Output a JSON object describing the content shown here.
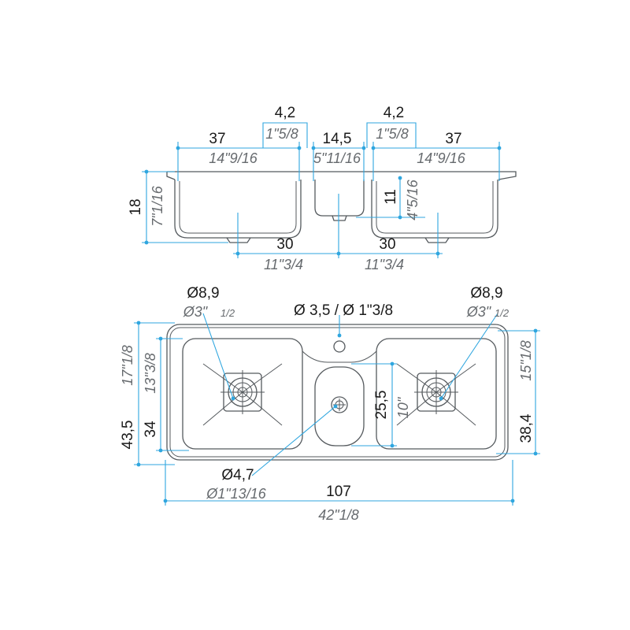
{
  "top_view": {
    "left_width_cm": "37",
    "left_width_in": "14\"9/16",
    "right_width_cm": "37",
    "right_width_in": "14\"9/16",
    "center_width_cm": "14,5",
    "center_width_in": "5\"11/16",
    "left_gap_cm": "4,2",
    "left_gap_in": "1\"5/8",
    "right_gap_cm": "4,2",
    "right_gap_in": "1\"5/8",
    "depth_cm": "18",
    "depth_in": "7\"1/16",
    "small_depth_cm": "11",
    "small_depth_in": "4\"5/16",
    "left_drain_cm": "30",
    "left_drain_in": "11\"3/4",
    "right_drain_cm": "30",
    "right_drain_in": "11\"3/4"
  },
  "plan_view": {
    "left_drain_cm": "Ø8,9",
    "left_drain_in": "Ø3\"",
    "right_drain_cm": "Ø8,9",
    "right_drain_in": "Ø3\"",
    "fraction": "1/2",
    "tap_hole": "Ø 3,5 / Ø 1\"3/8",
    "overall_depth_cm": "43,5",
    "overall_depth_in": "17\"1/8",
    "bowl_depth_cm": "34",
    "bowl_depth_in": "13\"3/8",
    "small_bowl_cm": "25,5",
    "small_bowl_in": "10\"",
    "right_depth_cm": "38,4",
    "right_depth_in": "15\"1/8",
    "small_drain_cm": "Ø4,7",
    "small_drain_in": "Ø1\"13/16",
    "overall_width_cm": "107",
    "overall_width_in": "42\"1/8"
  },
  "colors": {
    "dimension": "#2fa6df",
    "outline": "#555a5e"
  }
}
